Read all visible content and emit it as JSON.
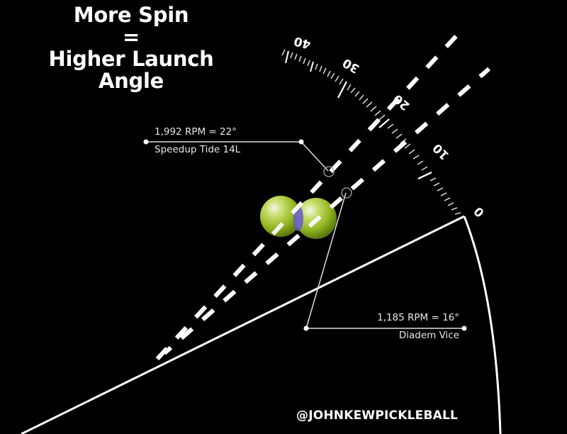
{
  "headline": {
    "line1": "More Spin",
    "line2": "=",
    "line3": "Higher Launch",
    "line4": "Angle"
  },
  "protractor": {
    "scale_labels": [
      "40",
      "30",
      "20",
      "10",
      "0"
    ],
    "label_orientation": "rotated-upside-down"
  },
  "callouts": [
    {
      "rpm_text": "1,992 RPM = 22°",
      "paddle": "Speedup Tide 14L",
      "rpm": 1992,
      "angle_deg": 22
    },
    {
      "rpm_text": "1,185 RPM = 16°",
      "paddle": "Diadem Vice",
      "rpm": 1185,
      "angle_deg": 16
    }
  ],
  "watermark": "@JOHNKEWPICKLEBALL",
  "colors": {
    "background": "#000000",
    "foreground": "#ffffff",
    "callout_text": "#e6e6e6",
    "ball_green": "#9cc22a",
    "ball_overlap": "#6a5acd"
  }
}
